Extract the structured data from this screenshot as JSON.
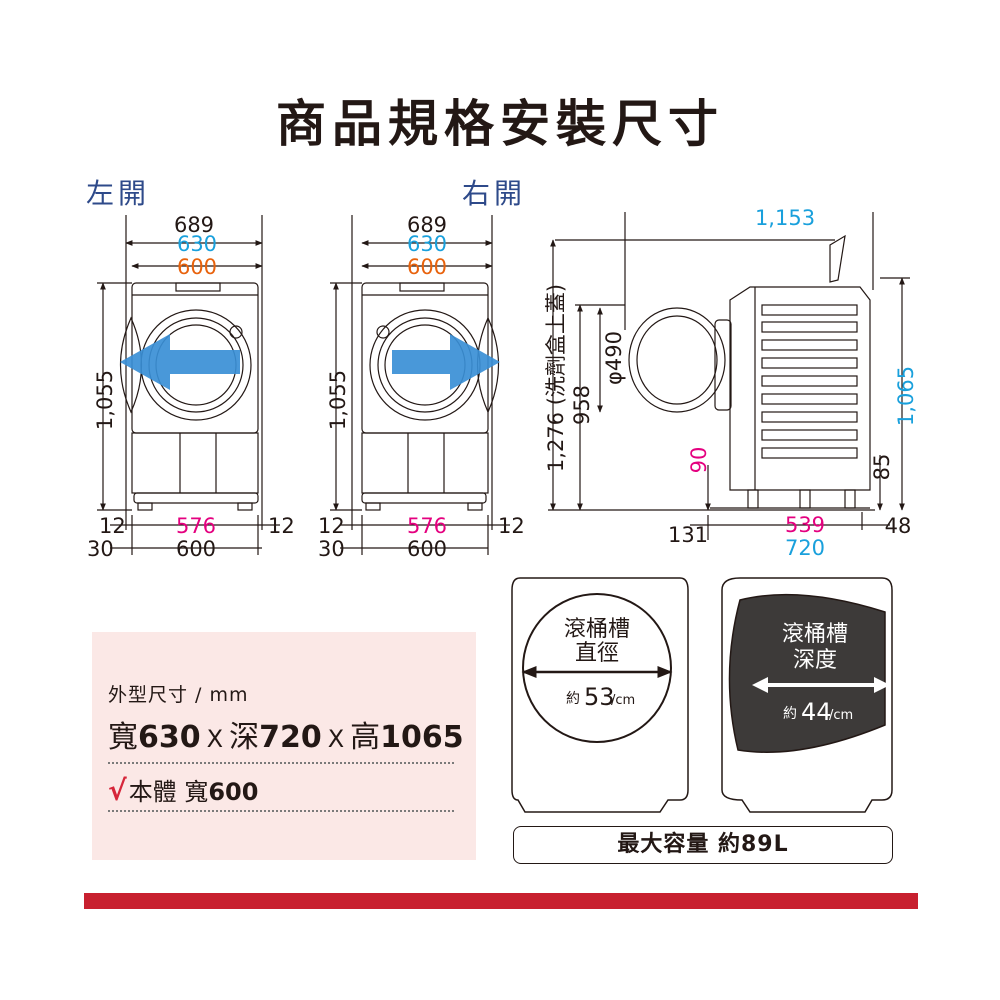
{
  "title": "商品規格安裝尺寸",
  "colors": {
    "blue": "#19a0dc",
    "orange": "#e8620c",
    "magenta": "#e4007f",
    "dark": "#231815",
    "red": "#c8202f",
    "arrow": "#3a8fd6",
    "pink_bg": "#fbe8e6"
  },
  "left_open": {
    "label": "左開",
    "dims": {
      "w689": "689",
      "w630": "630",
      "w600": "600",
      "height": "1,055",
      "left12": "12",
      "w576": "576",
      "right12": "12",
      "left30": "30",
      "base600": "600"
    }
  },
  "right_open": {
    "label": "右開",
    "dims": {
      "w689": "689",
      "w630": "630",
      "w600": "600",
      "height": "1,055",
      "left12": "12",
      "w576": "576",
      "right12": "12",
      "left30": "30",
      "base600": "600"
    }
  },
  "side_view": {
    "depth_total": "1,153",
    "height_with_lid": "1,276 (洗劑盒上蓋)",
    "door_center": "958",
    "door_diameter": "φ490",
    "foot_90": "90",
    "height_1065": "1,065",
    "foot_85": "85",
    "offset_131": "131",
    "depth_539": "539",
    "depth_720": "720",
    "rear_48": "48"
  },
  "specs": {
    "unit_label": "外型尺寸 / mm",
    "width_label": "寬",
    "width": "630",
    "x1": "X",
    "depth_label": "深",
    "depth": "720",
    "x2": "X",
    "height_label": "高",
    "height": "1065",
    "check": "√",
    "body_label": "本體 寬",
    "body_width": "600"
  },
  "drum_diameter": {
    "label_line1": "滾桶槽",
    "label_line2": "直徑",
    "prefix": "約",
    "value": "53",
    "unit": "/cm"
  },
  "drum_depth": {
    "label_line1": "滾桶槽",
    "label_line2": "深度",
    "prefix": "約",
    "value": "44",
    "unit": "/cm"
  },
  "capacity": "最大容量 約89L"
}
